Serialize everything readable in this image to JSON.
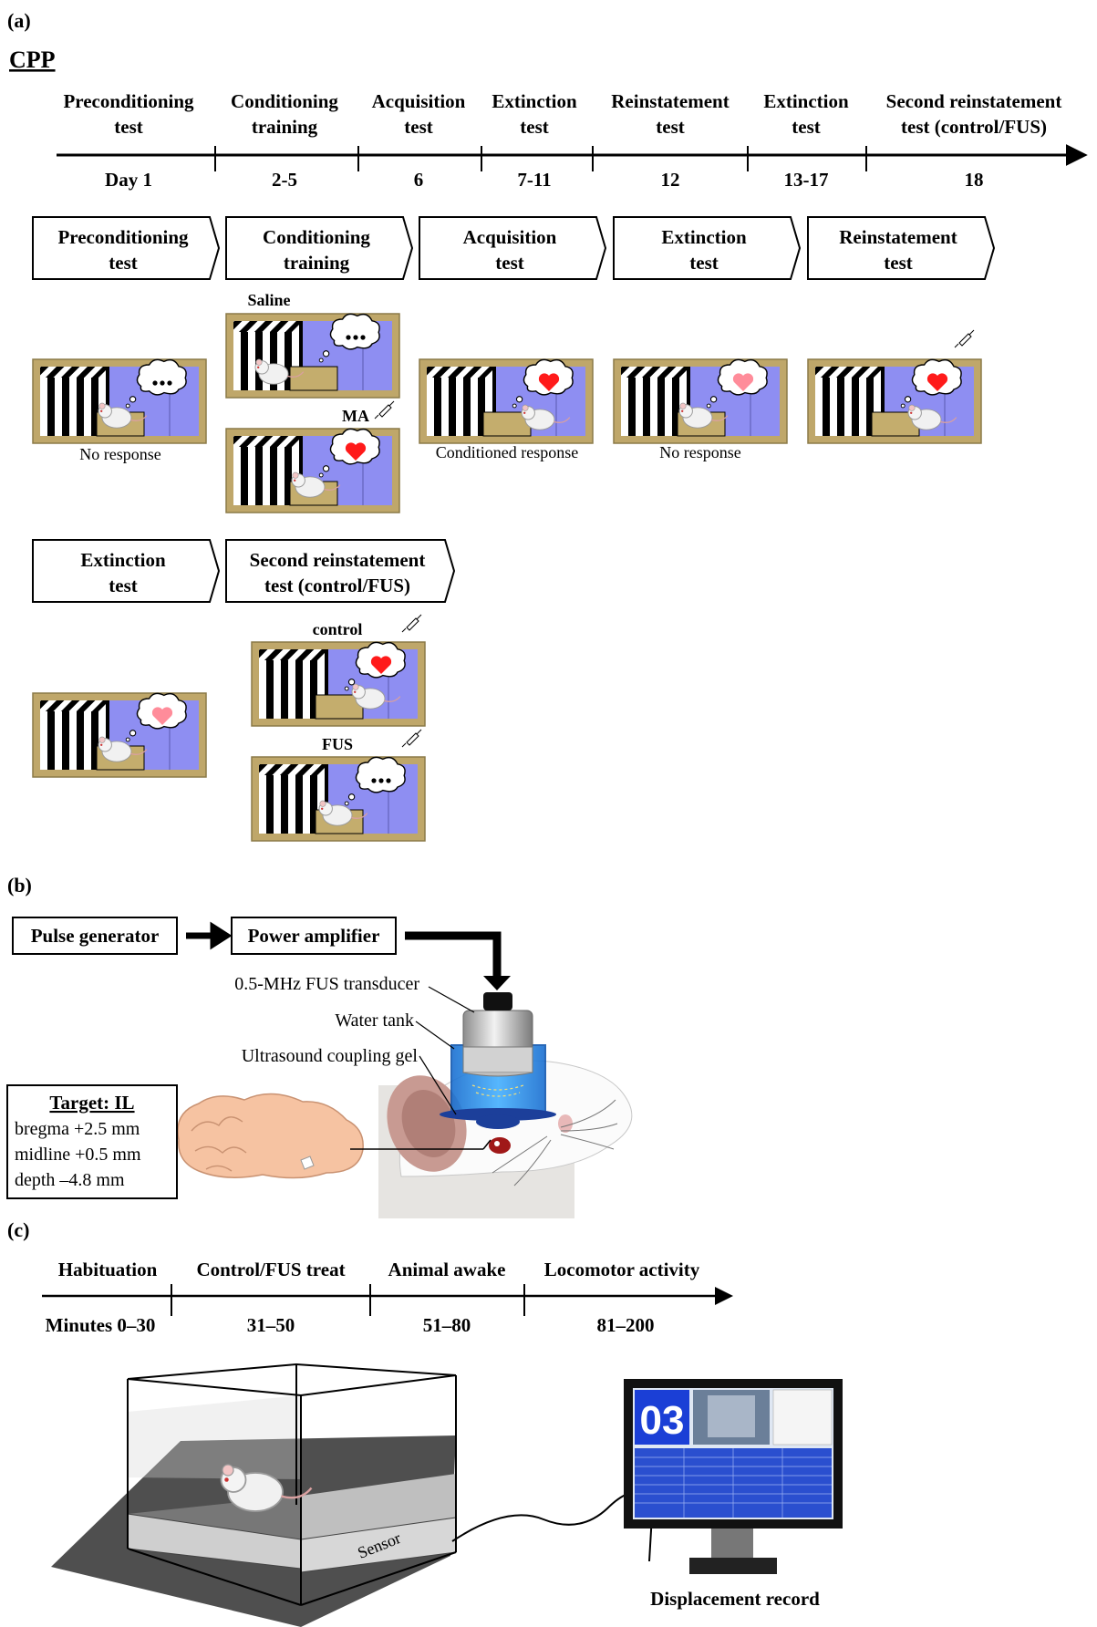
{
  "panel_a": {
    "label": "(a)",
    "title": "CPP",
    "timeline": [
      {
        "stage": [
          "Preconditioning",
          "test"
        ],
        "day": "Day 1"
      },
      {
        "stage": [
          "Conditioning",
          "training"
        ],
        "day": "2-5"
      },
      {
        "stage": [
          "Acquisition",
          "test"
        ],
        "day": "6"
      },
      {
        "stage": [
          "Extinction",
          "test"
        ],
        "day": "7-11"
      },
      {
        "stage": [
          "Reinstatement",
          "test"
        ],
        "day": "12"
      },
      {
        "stage": [
          "Extinction",
          "test"
        ],
        "day": "13-17"
      },
      {
        "stage": [
          "Second reinstatement",
          "test (control/FUS)"
        ],
        "day": "18"
      }
    ],
    "row1_steps": [
      [
        "Preconditioning",
        "test"
      ],
      [
        "Conditioning",
        "training"
      ],
      [
        "Acquisition",
        "test"
      ],
      [
        "Extinction",
        "test"
      ],
      [
        "Reinstatement",
        "test"
      ]
    ],
    "row2_steps": [
      [
        "Extinction",
        "test"
      ],
      [
        "Second reinstatement",
        "test (control/FUS)"
      ]
    ],
    "labels": {
      "saline": "Saline",
      "ma": "MA",
      "control": "control",
      "fus": "FUS",
      "no_response": "No response",
      "conditioned_response": "Conditioned response"
    }
  },
  "panel_b": {
    "label": "(b)",
    "pulse_generator": "Pulse generator",
    "power_amplifier": "Power amplifier",
    "transducer": "0.5-MHz FUS transducer",
    "water_tank": "Water tank",
    "gel": "Ultrasound coupling gel",
    "target_title": "Target: IL",
    "target_lines": [
      "bregma +2.5 mm",
      "midline +0.5 mm",
      "depth –4.8 mm"
    ]
  },
  "panel_c": {
    "label": "(c)",
    "timeline": [
      {
        "stage": "Habituation",
        "minutes": "Minutes 0–30"
      },
      {
        "stage": "Control/FUS treat",
        "minutes": "31–50"
      },
      {
        "stage": "Animal awake",
        "minutes": "51–80"
      },
      {
        "stage": "Locomotor activity",
        "minutes": "81–200"
      }
    ],
    "sensor": "Sensor",
    "displacement": "Displacement record",
    "monitor_number": "03"
  },
  "colors": {
    "chamber_frame": "#bfa76a",
    "chamber_wall": "#8e8ef2",
    "heart": "#ff1a1a",
    "heart_light": "#ff8c9a",
    "brain": "#f6c3a2",
    "water": "#2f8fe0",
    "monitor_screen": "#1b3fd6"
  }
}
